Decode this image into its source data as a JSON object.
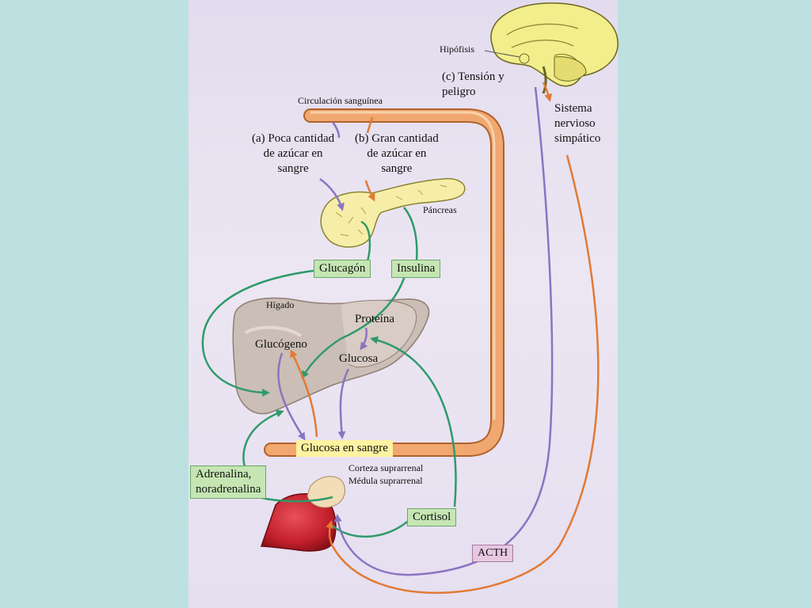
{
  "colors": {
    "background": "#bde0e0",
    "vessel": "#f0a870",
    "green_arrow": "#2f9a6a",
    "purple_arrow": "#8a74c0",
    "orange_arrow": "#e27a35",
    "label_box": "#c5e6b3",
    "acth_box": "#e6c8e2",
    "brain": "#f2ee8c",
    "liver": "#cbbeb6",
    "pancreas": "#f6eea8",
    "adrenal": "#c21f2c"
  },
  "labels": {
    "hipofisis": "Hipófisis",
    "tension": "(c) Tensión y\npeligro",
    "sistema": "Sistema\nnervioso\nsimpático",
    "circulacion": "Circulación sanguínea",
    "poca": "(a) Poca cantidad\nde azúcar en\nsangre",
    "gran": "(b) Gran cantidad\nde azúcar en\nsangre",
    "pancreas": "Páncreas",
    "glucagon": "Glucagón",
    "insulina": "Insulina",
    "higado": "Hígado",
    "proteina": "Proteína",
    "glucogeno": "Glucógeno",
    "glucosa": "Glucosa",
    "glucosa_sangre": "Glucosa en sangre",
    "corteza": "Corteza suprarrenal",
    "medula": "Médula suprarrenal",
    "adrenalina": "Adrenalina,\nnoradrenalina",
    "cortisol": "Cortisol",
    "acth": "ACTH"
  }
}
